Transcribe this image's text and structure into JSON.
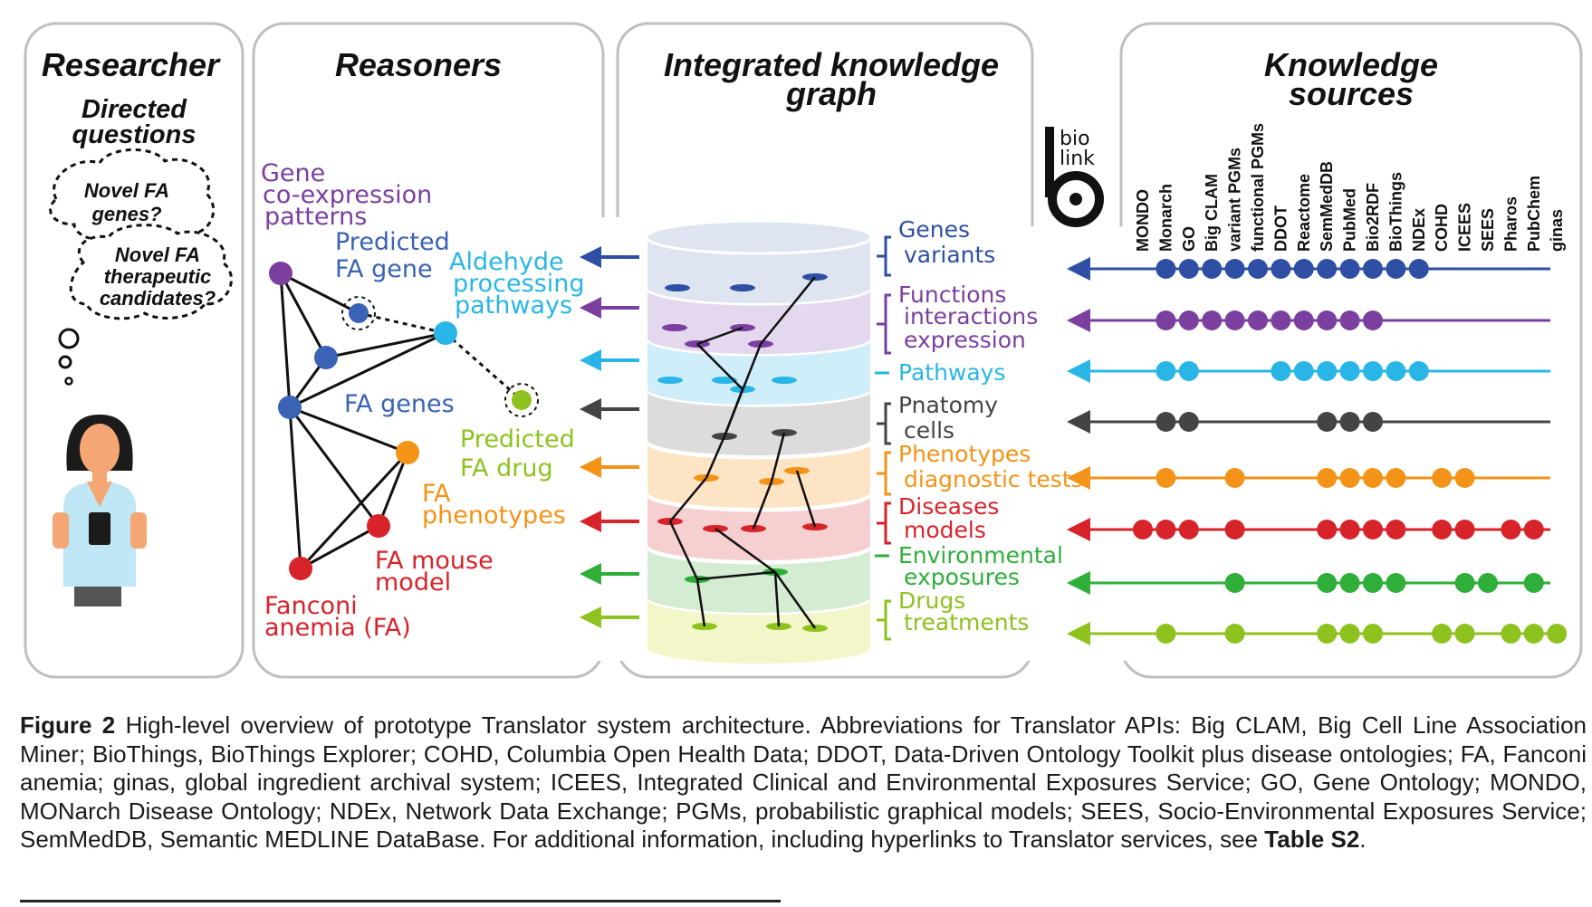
{
  "panels": {
    "researcher": "Researcher",
    "reasoners": "Reasoners",
    "kg_line1": "Integrated knowledge",
    "kg_line2": "graph",
    "ks_line1": "Knowledge",
    "ks_line2": "sources"
  },
  "researcher": {
    "directed_line1": "Directed",
    "directed_line2": "questions",
    "cloud1_line1": "Novel FA",
    "cloud1_line2": "genes?",
    "cloud2_line1": "Novel FA",
    "cloud2_line2": "therapeutic",
    "cloud2_line3": "candidates?"
  },
  "reasoner_graph": {
    "gene_coexp_1": "Gene",
    "gene_coexp_2": "co-expression",
    "gene_coexp_3": "patterns",
    "pred_gene_1": "Predicted",
    "pred_gene_2": "FA gene",
    "aldehyde_1": "Aldehyde",
    "aldehyde_2": "processing",
    "aldehyde_3": "pathways",
    "fa_genes": "FA genes",
    "pred_drug_1": "Predicted",
    "pred_drug_2": "FA drug",
    "fa_pheno_1": "FA",
    "fa_pheno_2": "phenotypes",
    "fa_mouse_1": "FA mouse",
    "fa_mouse_2": "model",
    "fanconi_1": "Fanconi",
    "fanconi_2": "anemia (FA)"
  },
  "layers": [
    {
      "line1": "Genes",
      "line2": "variants",
      "color": "#2e4fa3"
    },
    {
      "line1": "Functions",
      "line2": "interactions",
      "line3": "expression",
      "color": "#7b3fa0"
    },
    {
      "line1": "Pathways",
      "line2": "",
      "color": "#29b6e6"
    },
    {
      "line1": "Pnatomy",
      "line2": "cells",
      "color": "#444444"
    },
    {
      "line1": "Phenotypes",
      "line2": "diagnostic tests",
      "color": "#f39317"
    },
    {
      "line1": "Diseases",
      "line2": "models",
      "color": "#d7232a"
    },
    {
      "line1": "Environmental",
      "line2": "exposures",
      "color": "#2fae3a"
    },
    {
      "line1": "Drugs",
      "line2": "treatments",
      "color": "#8dc21f"
    }
  ],
  "biolink_logo": {
    "line1": "bio",
    "line2": "link"
  },
  "sources": [
    "MONDO",
    "Monarch",
    "GO",
    "Big CLAM",
    "variant PGMs",
    "functional PGMs",
    "DDOT",
    "Reactome",
    "SemMedDB",
    "PubMed",
    "Bio2RDF",
    "BioThings",
    "NDEx",
    "COHD",
    "ICEES",
    "SEES",
    "Pharos",
    "PubChem",
    "ginas"
  ],
  "source_matrix": [
    [
      1,
      2,
      3,
      4,
      5,
      6,
      7,
      8,
      9,
      10,
      11,
      12
    ],
    [
      1,
      2,
      3,
      4,
      5,
      6,
      7,
      8,
      9,
      10
    ],
    [
      1,
      2,
      6,
      7,
      8,
      9,
      10,
      11,
      12
    ],
    [
      1,
      2,
      8,
      9,
      10
    ],
    [
      1,
      4,
      8,
      9,
      10,
      11,
      13,
      14
    ],
    [
      0,
      1,
      2,
      4,
      8,
      9,
      10,
      11,
      13,
      14,
      16,
      17
    ],
    [
      4,
      8,
      9,
      10,
      11,
      14,
      15,
      17
    ],
    [
      1,
      4,
      8,
      9,
      10,
      13,
      14,
      16,
      17,
      18
    ]
  ],
  "caption": {
    "label": "Figure 2",
    "text": " High-level overview of prototype Translator system architecture. Abbreviations for Translator APIs: Big CLAM, Big Cell Line Association Miner; BioThings, BioThings Explorer; COHD, Columbia Open Health Data; DDOT, Data-Driven Ontology Toolkit plus disease ontologies; FA, Fanconi anemia; ginas, global ingredient archival system; ICEES, Integrated Clinical and Environmental Exposures Service; GO, Gene Ontology; MONDO, MONarch Disease Ontology; NDEx, Network Data Exchange; PGMs, probabilistic graphical models; SEES, Socio-Environmental Exposures Service; SemMedDB, Semantic MEDLINE DataBase. For additional information, including hyperlinks to Translator services, see ",
    "table_ref": "Table S2",
    "end": "."
  }
}
